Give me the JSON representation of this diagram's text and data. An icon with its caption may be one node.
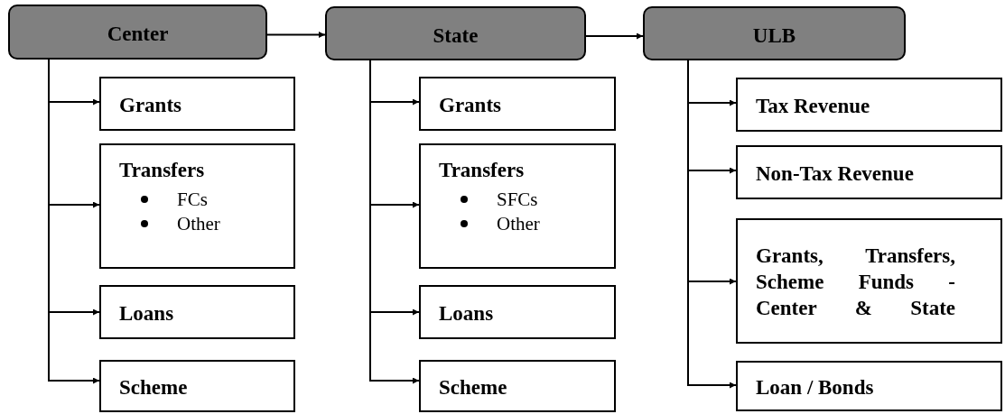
{
  "diagram": {
    "nodes": [
      {
        "text": [
          "Center"
        ]
      },
      {
        "text": [
          "Grants"
        ]
      },
      {
        "text": [
          "Transfers",
          "FCs",
          "Other"
        ]
      },
      {
        "text": [
          "Loans"
        ]
      },
      {
        "text": [
          "Scheme"
        ]
      },
      {
        "text": [
          "State"
        ]
      },
      {
        "text": [
          "Grants"
        ]
      },
      {
        "text": [
          "Transfers",
          "SFCs",
          "Other"
        ]
      },
      {
        "text": [
          "Loans"
        ]
      },
      {
        "text": [
          "Scheme"
        ]
      },
      {
        "text": [
          "ULB"
        ]
      },
      {
        "text": [
          "Tax Revenue"
        ]
      },
      {
        "text": [
          "Non-Tax Revenue"
        ]
      },
      {
        "text": [
          "Grants, Transfers, Scheme Funds - Center & State"
        ]
      },
      {
        "text": [
          "Loan / Bonds"
        ]
      }
    ],
    "edges": [
      {
        "from": 0,
        "to": 5,
        "arrow": "to"
      },
      {
        "from": 5,
        "to": 10,
        "arrow": "to"
      },
      {
        "from": 0,
        "to": 1,
        "arrow": "to"
      },
      {
        "from": 0,
        "to": 2,
        "arrow": "to"
      },
      {
        "from": 0,
        "to": 3,
        "arrow": "to"
      },
      {
        "from": 0,
        "to": 4,
        "arrow": "to"
      },
      {
        "from": 5,
        "to": 6,
        "arrow": "to"
      },
      {
        "from": 5,
        "to": 7,
        "arrow": "to"
      },
      {
        "from": 5,
        "to": 8,
        "arrow": "to"
      },
      {
        "from": 5,
        "to": 9,
        "arrow": "to"
      },
      {
        "from": 10,
        "to": 11,
        "arrow": "to"
      },
      {
        "from": 10,
        "to": 12,
        "arrow": "to"
      },
      {
        "from": 10,
        "to": 13,
        "arrow": "to"
      },
      {
        "from": 10,
        "to": 14,
        "arrow": "to"
      }
    ]
  }
}
